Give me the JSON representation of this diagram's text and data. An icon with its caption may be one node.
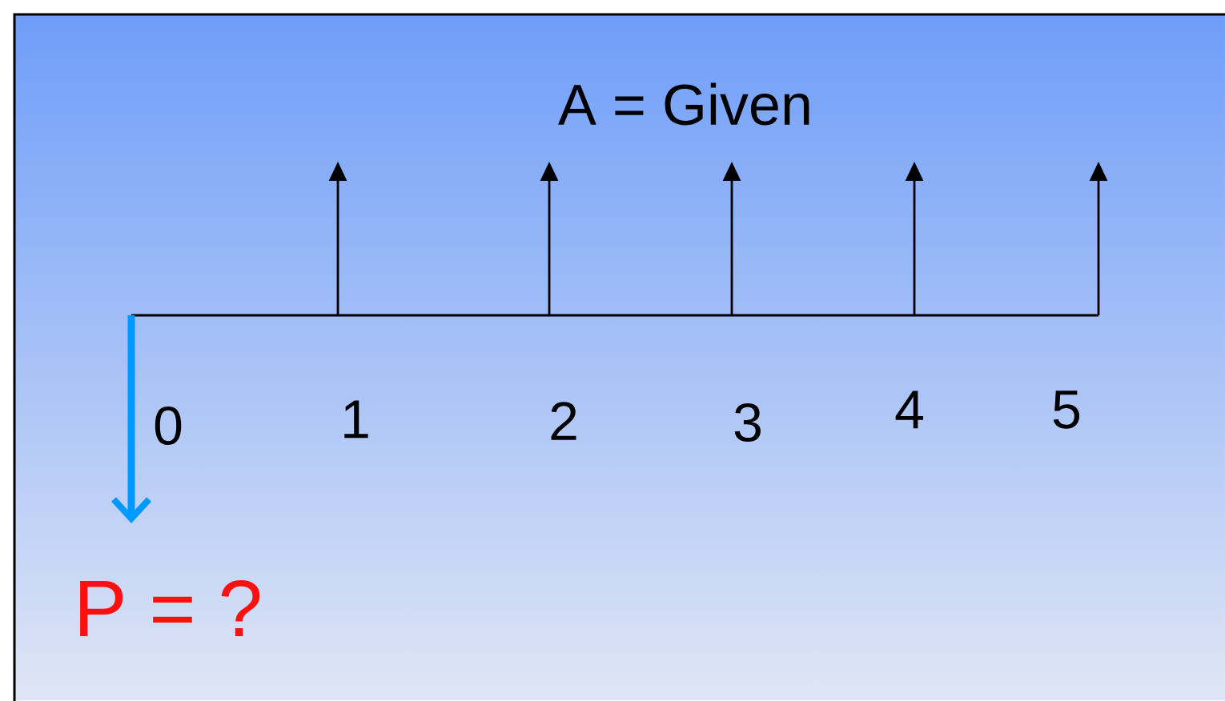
{
  "diagram": {
    "labels": [
      "A = Given",
      "0",
      "1",
      "2",
      "3",
      "4",
      "5",
      "P = ?"
    ]
  }
}
